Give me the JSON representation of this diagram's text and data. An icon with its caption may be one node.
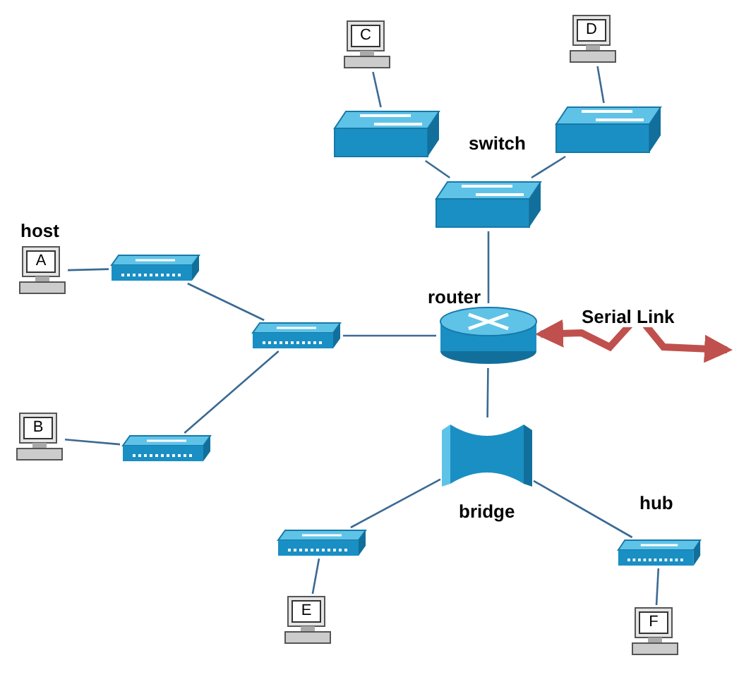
{
  "diagram": {
    "nodes": [
      {
        "text": [
          "C"
        ]
      },
      {
        "text": [
          "D"
        ]
      },
      {
        "text": [],
        "shape": "switch"
      },
      {
        "text": [],
        "shape": "switch"
      },
      {
        "text": [],
        "shape": "switch"
      },
      {
        "text": [
          "A"
        ],
        "beside": [
          "host"
        ]
      },
      {
        "text": [],
        "shape": "hub"
      },
      {
        "text": [],
        "shape": "hub"
      },
      {
        "text": [],
        "shape": "router",
        "beside": [
          "router"
        ]
      },
      {
        "text": [],
        "shape": "hub"
      },
      {
        "text": [
          "B"
        ]
      },
      {
        "text": [],
        "shape": "bridge",
        "beside": [
          "bridge"
        ]
      },
      {
        "text": [],
        "shape": "hub"
      },
      {
        "text": [],
        "shape": "hub",
        "beside": [
          "hub"
        ]
      },
      {
        "text": [
          "E"
        ]
      },
      {
        "text": [
          "F"
        ]
      }
    ],
    "edges": [
      {
        "from": 0,
        "to": 2,
        "arrow": "none"
      },
      {
        "from": 1,
        "to": 3,
        "arrow": "none"
      },
      {
        "from": 2,
        "to": 4,
        "arrow": "none"
      },
      {
        "from": 3,
        "to": 4,
        "arrow": "none"
      },
      {
        "from": 4,
        "to": 8,
        "arrow": "none"
      },
      {
        "from": 5,
        "to": 6,
        "arrow": "none"
      },
      {
        "from": 6,
        "to": 7,
        "arrow": "none"
      },
      {
        "from": 10,
        "to": 9,
        "arrow": "none"
      },
      {
        "from": 9,
        "to": 7,
        "arrow": "none"
      },
      {
        "from": 7,
        "to": 8,
        "arrow": "none"
      },
      {
        "from": 8,
        "to": 11,
        "arrow": "none"
      },
      {
        "from": 11,
        "to": 12,
        "arrow": "none"
      },
      {
        "from": 11,
        "to": 13,
        "arrow": "none"
      },
      {
        "from": 12,
        "to": 14,
        "arrow": "none"
      },
      {
        "from": 13,
        "to": 15,
        "arrow": "none"
      },
      {
        "from": null,
        "to": 8,
        "arrow": "both",
        "label": "Serial Link",
        "style": "thick",
        "color": "#c0504d"
      }
    ],
    "labels": [
      "switch"
    ]
  }
}
